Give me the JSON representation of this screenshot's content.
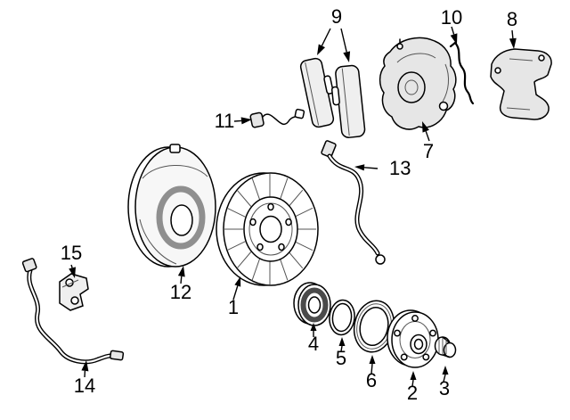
{
  "palette": {
    "background": "#ffffff",
    "line": "#000000",
    "part_shade": "#e6e6e6",
    "bearing_seal_ring": "#4a4a4a",
    "shield_ring": "#8f8f8f"
  },
  "diagram": {
    "kind": "exploded-parts-diagram",
    "subject": "front disc brake assembly"
  },
  "callouts": [
    {
      "label": "1",
      "part": "brake-disc-rotor"
    },
    {
      "label": "2",
      "part": "wheel-hub"
    },
    {
      "label": "3",
      "part": "collar-nut"
    },
    {
      "label": "4",
      "part": "wheel-bearing"
    },
    {
      "label": "5",
      "part": "snap-ring"
    },
    {
      "label": "6",
      "part": "shaft-seal-ring"
    },
    {
      "label": "7",
      "part": "brake-caliper"
    },
    {
      "label": "8",
      "part": "caliper-carrier-bracket"
    },
    {
      "label": "9",
      "part": "brake-pad-set"
    },
    {
      "label": "10",
      "part": "retaining-spring-clip"
    },
    {
      "label": "11",
      "part": "pad-wear-sensor"
    },
    {
      "label": "12",
      "part": "splash-shield"
    },
    {
      "label": "13",
      "part": "brake-hose"
    },
    {
      "label": "14",
      "part": "abs-sensor-cable"
    },
    {
      "label": "15",
      "part": "cable-bracket"
    }
  ]
}
